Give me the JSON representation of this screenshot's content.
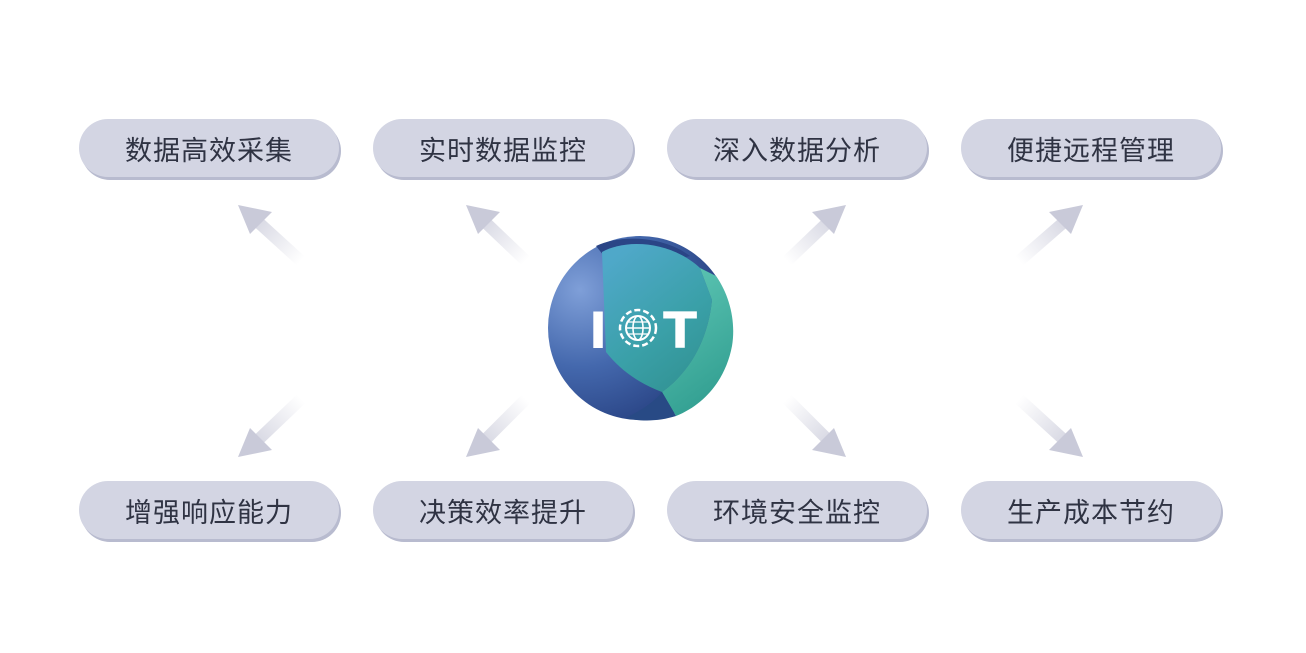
{
  "logo": {
    "letter_left": "I",
    "letter_right": "T",
    "center_icon": "globe-icon"
  },
  "features_top": [
    {
      "label": "数据高效采集"
    },
    {
      "label": "实时数据监控"
    },
    {
      "label": "深入数据分析"
    },
    {
      "label": "便捷远程管理"
    }
  ],
  "features_bottom": [
    {
      "label": "增强响应能力"
    },
    {
      "label": "决策效率提升"
    },
    {
      "label": "环境安全监控"
    },
    {
      "label": "生产成本节约"
    }
  ],
  "colors": {
    "pill_bg": "#d3d5e3",
    "pill_shadow": "#b8bbcf",
    "text": "#2f3343",
    "arrow": "#c9cad9",
    "sphere_blue_dark": "#2f4e92",
    "sphere_blue_light": "#6b8fd0",
    "sphere_teal": "#3aa39c",
    "sphere_teal_light": "#52c0b0"
  }
}
